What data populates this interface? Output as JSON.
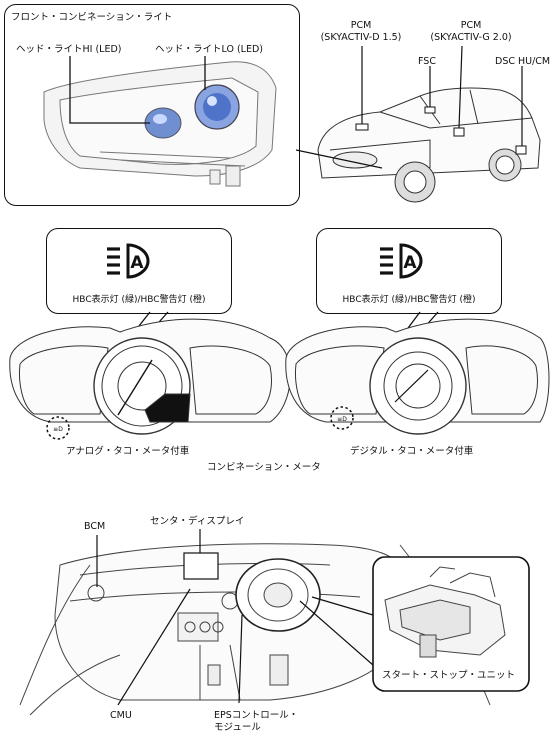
{
  "top_section": {
    "front_light_title": "フロント・コンビネーション・ライト",
    "headlight_hi": "ヘッド・ライトHI (LED)",
    "headlight_lo": "ヘッド・ライトLO (LED)",
    "pcm_d_line1": "PCM",
    "pcm_d_line2": "(SKYACTIV-D 1.5)",
    "pcm_g_line1": "PCM",
    "pcm_g_line2": "(SKYACTIV-G 2.0)",
    "fsc": "FSC",
    "dsc": "DSC HU/CM"
  },
  "middle_section": {
    "hbc_left": "HBC表示灯 (緑)/HBC警告灯 (橙)",
    "hbc_right": "HBC表示灯 (緑)/HBC警告灯 (橙)",
    "analog_meter": "アナログ・タコ・メータ付車",
    "digital_meter": "デジタル・タコ・メータ付車",
    "combination_meter": "コンビネーション・メータ",
    "hbc_icon_letter": "A"
  },
  "bottom_section": {
    "bcm": "BCM",
    "center_display": "センタ・ディスプレイ",
    "start_stop_unit": "スタート・ストップ・ユニット",
    "cmu": "CMU",
    "eps_line1": "EPSコントロール・",
    "eps_line2": "モジュール"
  }
}
